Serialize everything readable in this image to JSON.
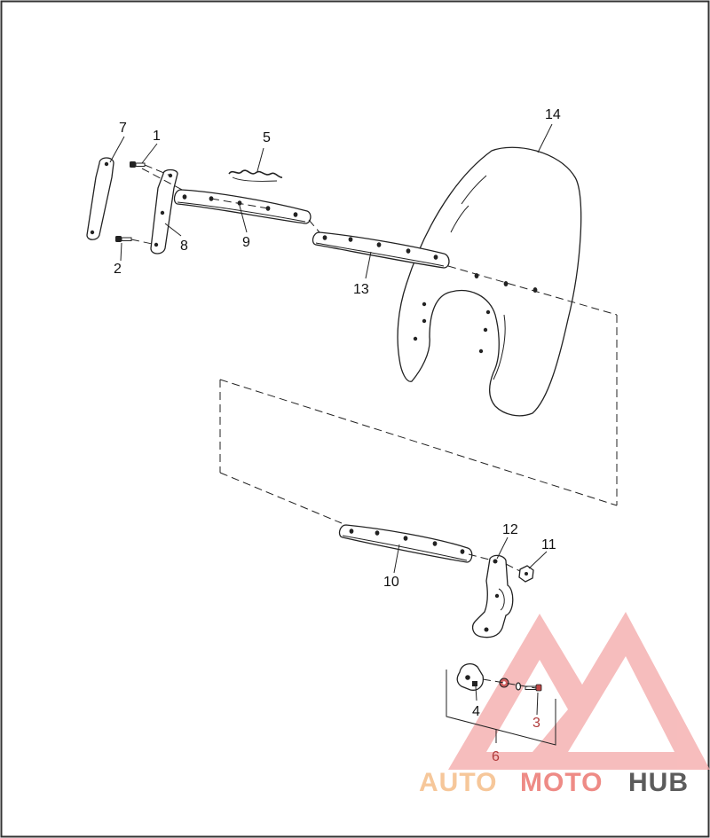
{
  "diagram": {
    "callouts": [
      {
        "id": "c1",
        "text": "1"
      },
      {
        "id": "c2",
        "text": "2"
      },
      {
        "id": "c3",
        "text": "3"
      },
      {
        "id": "c4",
        "text": "4"
      },
      {
        "id": "c5",
        "text": "5"
      },
      {
        "id": "c6",
        "text": "6"
      },
      {
        "id": "c7",
        "text": "7"
      },
      {
        "id": "c8",
        "text": "8"
      },
      {
        "id": "c9",
        "text": "9"
      },
      {
        "id": "c10",
        "text": "10"
      },
      {
        "id": "c11",
        "text": "11"
      },
      {
        "id": "c12",
        "text": "12"
      },
      {
        "id": "c13",
        "text": "13"
      },
      {
        "id": "c14",
        "text": "14"
      }
    ]
  },
  "watermark": {
    "brand_part1": "AUTO",
    "brand_part2": "MOTO",
    "brand_part3": "HUB",
    "colors": {
      "auto": "#f6c79a",
      "moto": "#ee8b86",
      "hub": "#5c5c5c",
      "triangle": "#f09898"
    }
  }
}
